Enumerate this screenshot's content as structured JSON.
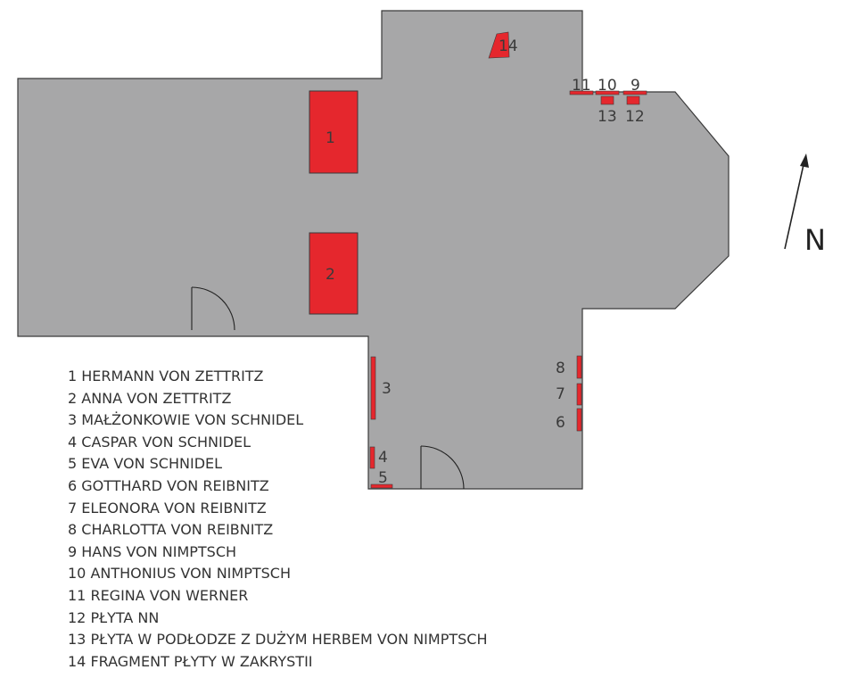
{
  "colors": {
    "floor": "#a7a7a8",
    "outline": "#3a3a3a",
    "slab": "#e5272d",
    "text": "#333333"
  },
  "north_label": "N",
  "markers": [
    "1",
    "2",
    "3",
    "4",
    "5",
    "6",
    "7",
    "8",
    "9",
    "10",
    "11",
    "12",
    "13",
    "14"
  ],
  "legend": [
    "1  HERMANN VON ZETTRITZ",
    "2 ANNA VON ZETTRITZ",
    "3 MAŁŻONKOWIE VON SCHNIDEL",
    "4 CASPAR VON SCHNIDEL",
    "5 EVA VON SCHNIDEL",
    "6 GOTTHARD VON REIBNITZ",
    "7 ELEONORA VON REIBNITZ",
    "8  CHARLOTTA VON REIBNITZ",
    "9 HANS VON NIMPTSCH",
    "10 ANTHONIUS VON NIMPTSCH",
    "11 REGINA VON WERNER",
    "12 PŁYTA NN",
    "13 PŁYTA W PODŁODZE Z DUŻYM HERBEM VON NIMPTSCH",
    "14 FRAGMENT PŁYTY W ZAKRYSTII"
  ]
}
